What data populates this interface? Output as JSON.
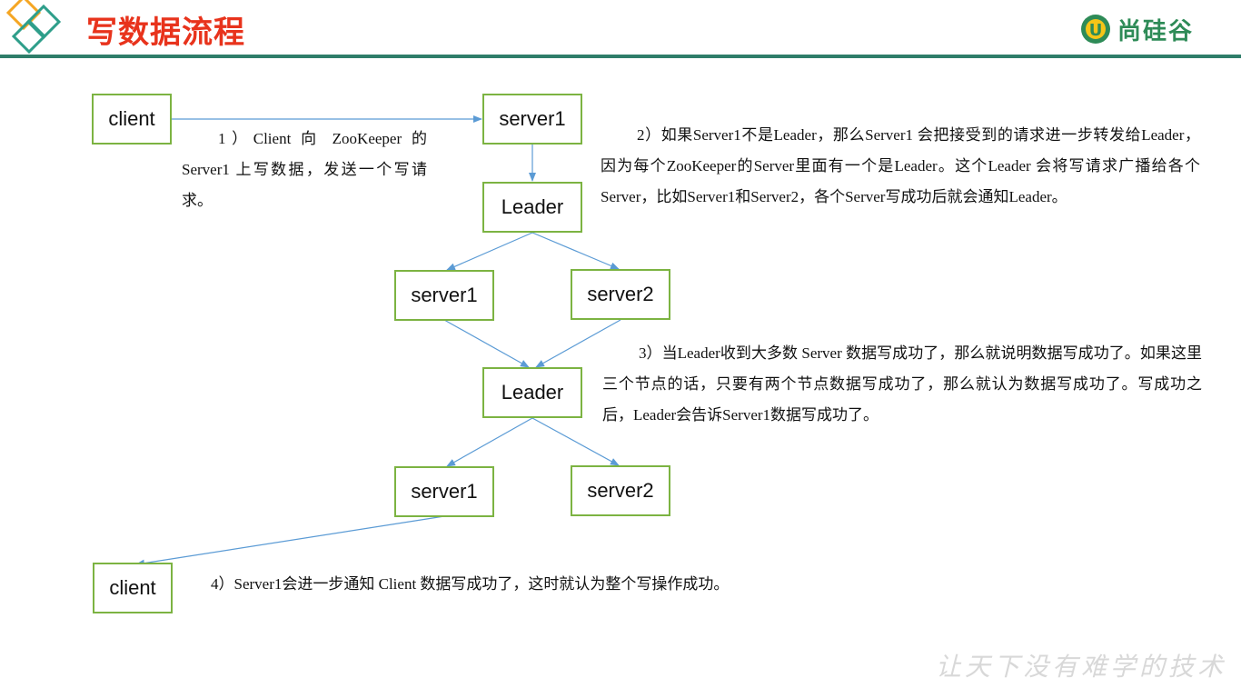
{
  "header": {
    "title": "写数据流程",
    "brand": "尚硅谷",
    "logo_letter": "U"
  },
  "nodes": {
    "client_top": "client",
    "server1_top": "server1",
    "leader_1": "Leader",
    "server1_mid": "server1",
    "server2_mid": "server2",
    "leader_2": "Leader",
    "server1_bottom": "server1",
    "server2_bottom": "server2",
    "client_bottom": "client"
  },
  "steps": {
    "step1": "1）Client 向 ZooKeeper 的 Server1 上写数据，发送一个写请求。",
    "step2": "2）如果Server1不是Leader，那么Server1 会把接受到的请求进一步转发给Leader，因为每个ZooKeeper的Server里面有一个是Leader。这个Leader 会将写请求广播给各个Server，比如Server1和Server2，各个Server写成功后就会通知Leader。",
    "step3": "3）当Leader收到大多数 Server 数据写成功了，那么就说明数据写成功了。如果这里三个节点的话，只要有两个节点数据写成功了，那么就认为数据写成功了。写成功之后，Leader会告诉Server1数据写成功了。",
    "step4": "4）Server1会进一步通知 Client 数据写成功了，这时就认为整个写操作成功。"
  },
  "footer": {
    "slogan": "让天下没有难学的技术"
  },
  "colors": {
    "title": "#e8331c",
    "header_bar": "#2e7d69",
    "node_border": "#7cb342",
    "arrow": "#5b9bd5",
    "brand": "#2e8b57"
  }
}
